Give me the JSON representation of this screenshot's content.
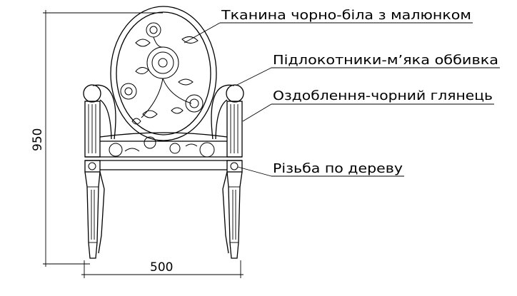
{
  "labels": {
    "fabric": "Тканина чорно-біла з малюнком",
    "armrests": "Підлокотники-м’яка оббивка",
    "finish": "Оздоблення-чорний глянець",
    "carving": "Різьба по дереву"
  },
  "dimensions": {
    "height": "950",
    "width": "500"
  }
}
